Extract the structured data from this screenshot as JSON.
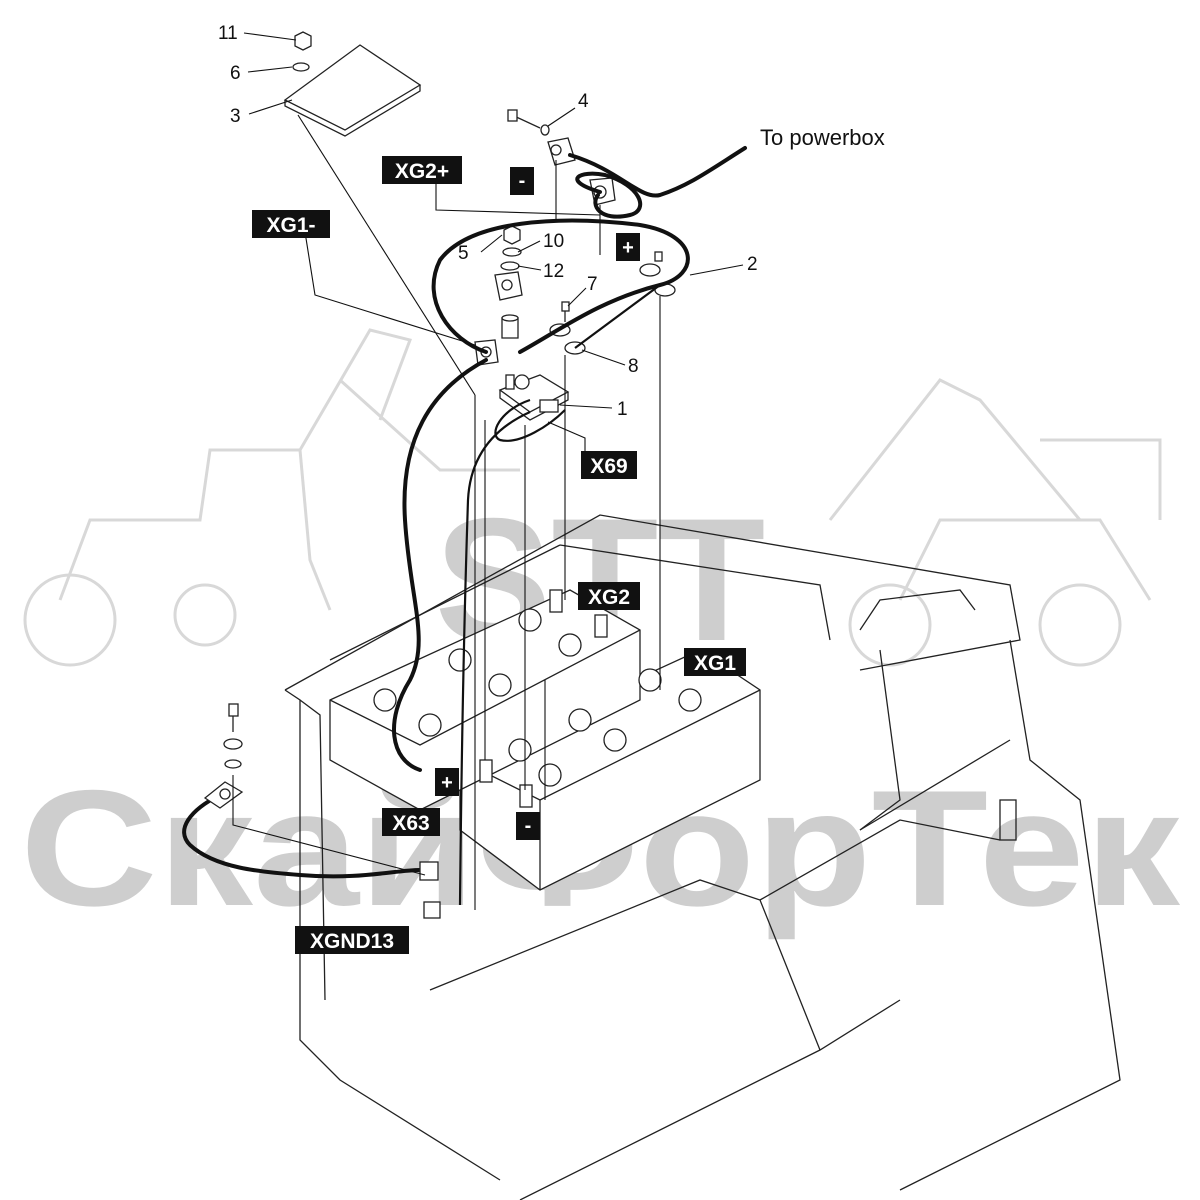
{
  "watermark": {
    "brand": "STT",
    "company": "СкайФорТек"
  },
  "callouts": [
    {
      "id": "11",
      "label": "11"
    },
    {
      "id": "6",
      "label": "6"
    },
    {
      "id": "3",
      "label": "3"
    },
    {
      "id": "4",
      "label": "4"
    },
    {
      "id": "5",
      "label": "5"
    },
    {
      "id": "10",
      "label": "10"
    },
    {
      "id": "12",
      "label": "12"
    },
    {
      "id": "7",
      "label": "7"
    },
    {
      "id": "2",
      "label": "2"
    },
    {
      "id": "8",
      "label": "8"
    },
    {
      "id": "1",
      "label": "1"
    }
  ],
  "connector_tags": {
    "xg2_plus": "XG2+",
    "xg1_minus": "XG1-",
    "x69": "X69",
    "xg2": "XG2",
    "xg1": "XG1",
    "x63": "X63",
    "xgnd13": "XGND13"
  },
  "polarity_marks": {
    "top_minus": "-",
    "top_plus": "+",
    "battery_plus": "+",
    "battery_minus": "-"
  },
  "annotation": {
    "to_powerbox": "To powerbox"
  }
}
